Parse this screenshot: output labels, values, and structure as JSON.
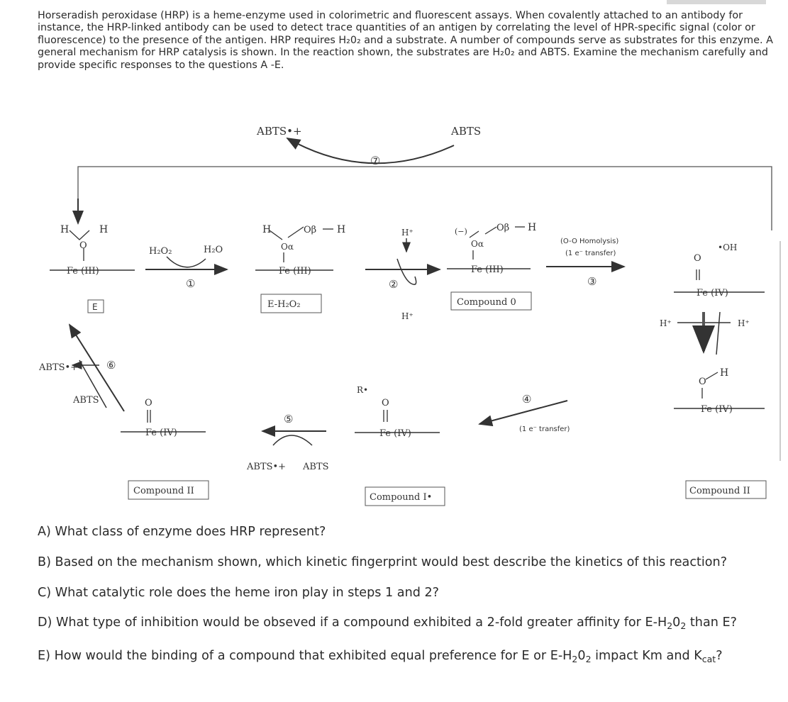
{
  "intro_text": "Horseradish peroxidase (HRP) is a heme-enzyme used in colorimetric and fluorescent assays. When covalently attached to an antibody for instance, the HRP-linked antibody can be used to detect trace quantities of an antigen by correlating the level of HPR-specific signal (color or fluorescence) to the presence of the antigen. HRP requires H₂0₂ and a substrate. A number of compounds serve as substrates for this enzyme. A general mechanism for HRP catalysis is shown. In the reaction shown, the substrates are H₂0₂ and ABTS. Examine the mechanism carefully and provide specific responses to the questions A -E.",
  "figure": {
    "top_left_species": "ABTS•+",
    "top_right_species": "ABTS",
    "step7": "⑦",
    "step1": "①",
    "step2": "②",
    "step3": "③",
    "step4": "④",
    "step5": "⑤",
    "step6": "⑥",
    "h2o2": "H₂O₂",
    "h2o": "H₂O",
    "h_left": "H",
    "h_right": "H",
    "o_atom": "O",
    "fe3": "Fe (III)",
    "fe4": "Fe (IV)",
    "e_label": "E",
    "eh2o2_label": "E-H₂O₂",
    "compound0": "Compound 0",
    "compound_i": "Compound I•",
    "compound_ii": "Compound II",
    "o_alpha": "Oα",
    "o_beta": "Oβ",
    "hplus": "H⁺",
    "minus": "(−)",
    "homolysis": "(O-O Homolysis)",
    "e_transfer": "(1 e⁻ transfer)",
    "oh_radical": "•OH",
    "abts_rad": "ABTS•+",
    "abts": "ABTS",
    "r_rad": "R•"
  },
  "questions": {
    "a": "A) What class of enzyme does HRP represent?",
    "b": "B) Based on the mechanism shown, which kinetic fingerprint would best describe the kinetics of this reaction?",
    "c": "C) What catalytic role does the heme iron play in steps 1 and 2?",
    "d_pre": "D) What type of inhibition would be obseved if a compound exhibited a 2-fold greater affinity for E-H",
    "d_sub": "2",
    "d_mid": "0",
    "d_sub2": "2",
    "d_post": " than E?",
    "e_pre": "E) How would the binding of a compound that exhibited equal preference for E or E-H",
    "e_sub": "2",
    "e_mid": "0",
    "e_sub2": "2",
    "e_post": " impact Km and K",
    "e_sub3": "cat",
    "e_end": "?"
  }
}
